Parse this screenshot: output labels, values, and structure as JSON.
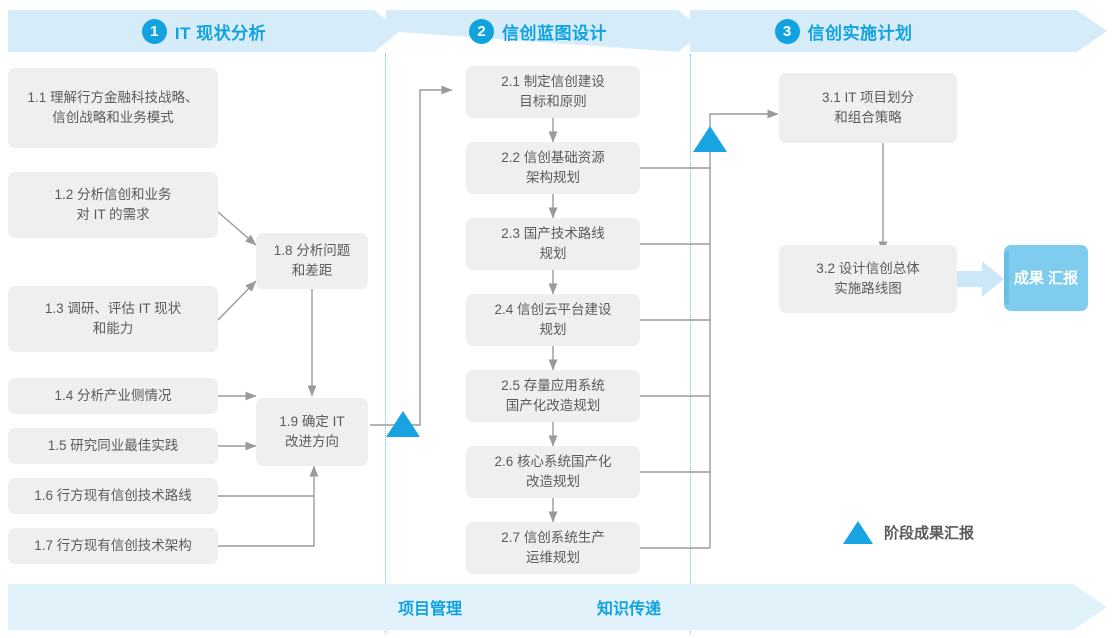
{
  "phases": [
    {
      "num": "1",
      "title": "IT 现状分析"
    },
    {
      "num": "2",
      "title": "信创蓝图设计"
    },
    {
      "num": "3",
      "title": "信创实施计划"
    }
  ],
  "tasks": {
    "t11": "1.1 理解行方金融科技战略、信创战略和业务模式",
    "t11_line1": "1.1 理解行方金融科技战略、",
    "t11_line2": "信创战略和业务模式",
    "t12_line1": "1.2 分析信创和业务",
    "t12_line2": "对 IT 的需求",
    "t13_line1": "1.3 调研、评估 IT 现状",
    "t13_line2": "和能力",
    "t14": "1.4 分析产业侧情况",
    "t15": "1.5 研究同业最佳实践",
    "t16": "1.6 行方现有信创技术路线",
    "t17": "1.7 行方现有信创技术架构",
    "t18_line1": "1.8 分析问题",
    "t18_line2": "和差距",
    "t19_line1": "1.9 确定 IT",
    "t19_line2": "改进方向",
    "t21_line1": "2.1 制定信创建设",
    "t21_line2": "目标和原则",
    "t22_line1": "2.2 信创基础资源",
    "t22_line2": "架构规划",
    "t23_line1": "2.3 国产技术路线",
    "t23_line2": "规划",
    "t24_line1": "2.4 信创云平台建设",
    "t24_line2": "规划",
    "t25_line1": "2.5 存量应用系统",
    "t25_line2": "国产化改造规划",
    "t26_line1": "2.6 核心系统国产化",
    "t26_line2": "改造规划",
    "t27_line1": "2.7 信创系统生产",
    "t27_line2": "运维规划",
    "t31_line1": "3.1 IT 项目划分",
    "t31_line2": "和组合策略",
    "t32_line1": "3.2 设计信创总体",
    "t32_line2": "实施路线图"
  },
  "result": {
    "line1": "成果",
    "line2": "汇报"
  },
  "legend": {
    "label": "阶段成果汇报",
    "marker": "triangle-marker"
  },
  "bottom": {
    "label_left": "项目管理",
    "label_right": "知识传递"
  },
  "colors": {
    "accent": "#11a2e0",
    "band": "#d7ecf9",
    "bottom_band": "#e2f2fb",
    "box": "#efefef",
    "box_text": "#5b5b5b",
    "result": "#7ecdee",
    "connector": "#9a9a9a",
    "divider": "#63c6ea"
  }
}
